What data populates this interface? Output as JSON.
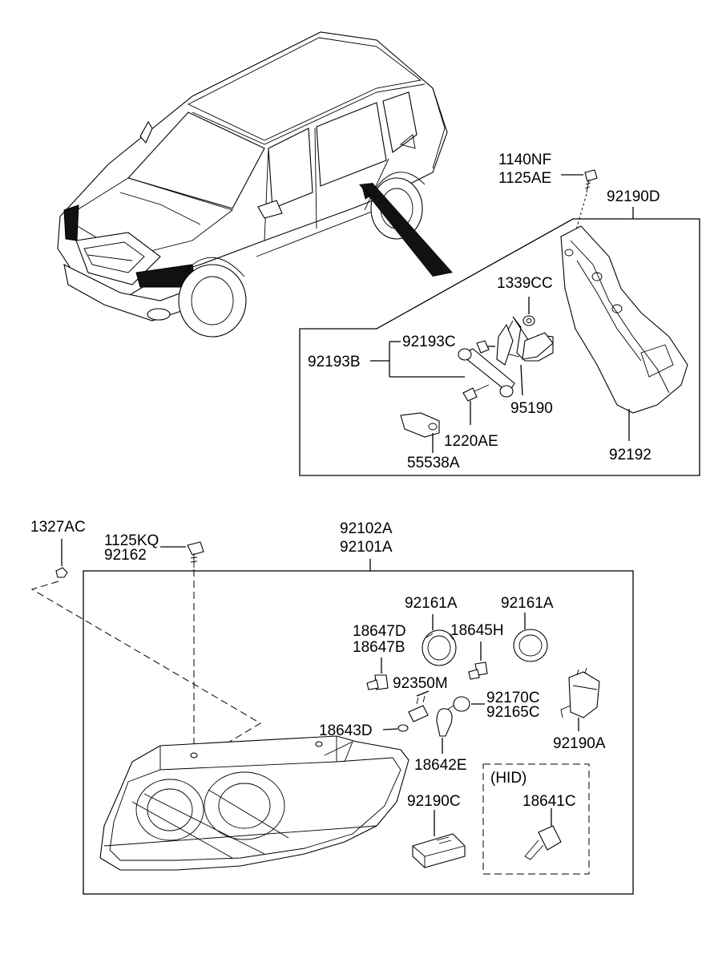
{
  "labels": {
    "p1140NF": "1140NF",
    "p1125AE": "1125AE",
    "p92190D": "92190D",
    "p1339CC": "1339CC",
    "p92193C": "92193C",
    "p92193B": "92193B",
    "p95190": "95190",
    "p1220AE": "1220AE",
    "p55538A": "55538A",
    "p92192": "92192",
    "p1327AC": "1327AC",
    "p1125KQ": "1125KQ",
    "p92162": "92162",
    "p92102A": "92102A",
    "p92101A": "92101A",
    "p92161A_1": "92161A",
    "p92161A_2": "92161A",
    "p18647D": "18647D",
    "p18647B": "18647B",
    "p18645H": "18645H",
    "p92350M": "92350M",
    "p92170C": "92170C",
    "p92165C": "92165C",
    "p18643D": "18643D",
    "p92190A": "92190A",
    "p18642E": "18642E",
    "hid": "(HID)",
    "p92190C": "92190C",
    "p18641C": "18641C"
  }
}
